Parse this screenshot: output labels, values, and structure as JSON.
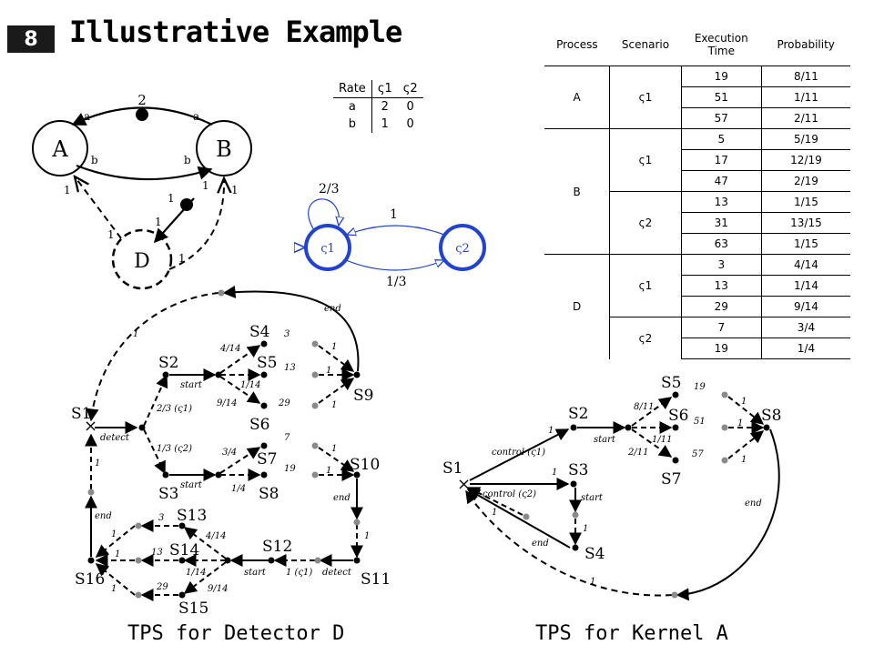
{
  "slide_number": "8",
  "title": "Illustrative Example",
  "rate_table": {
    "headers": [
      "Rate",
      "ς1",
      "ς2"
    ],
    "rows": [
      [
        "a",
        "2",
        "0"
      ],
      [
        "b",
        "1",
        "0"
      ]
    ]
  },
  "prob_table": {
    "headers": [
      "Process",
      "Scenario",
      "Execution Time",
      "Probability"
    ],
    "groups": [
      {
        "process": "A",
        "scenarios": [
          {
            "name": "ς1",
            "rows": [
              [
                "19",
                "8/11"
              ],
              [
                "51",
                "1/11"
              ],
              [
                "57",
                "2/11"
              ]
            ]
          }
        ]
      },
      {
        "process": "B",
        "scenarios": [
          {
            "name": "ς1",
            "rows": [
              [
                "5",
                "5/19"
              ],
              [
                "17",
                "12/19"
              ],
              [
                "47",
                "2/19"
              ]
            ]
          },
          {
            "name": "ς2",
            "rows": [
              [
                "13",
                "1/15"
              ],
              [
                "31",
                "13/15"
              ],
              [
                "63",
                "1/15"
              ]
            ]
          }
        ]
      },
      {
        "process": "D",
        "scenarios": [
          {
            "name": "ς1",
            "rows": [
              [
                "3",
                "4/14"
              ],
              [
                "13",
                "1/14"
              ],
              [
                "29",
                "9/14"
              ]
            ]
          },
          {
            "name": "ς2",
            "rows": [
              [
                "7",
                "3/4"
              ],
              [
                "19",
                "1/4"
              ]
            ]
          }
        ]
      }
    ]
  },
  "process_graph": {
    "nodes": [
      "A",
      "B",
      "D"
    ],
    "labels": {
      "weight_2": "2",
      "a": "a",
      "b": "b",
      "one": "1"
    }
  },
  "scenario_fsm": {
    "states": [
      "ς1",
      "ς2"
    ],
    "self_loop": "2/3",
    "to_s1": "1",
    "to_s2": "1/3"
  },
  "detector_tps": {
    "caption": "TPS for Detector D",
    "states": {
      "S1": "S1",
      "S2": "S2",
      "S3": "S3",
      "S4": "S4",
      "S5": "S5",
      "S6": "S6",
      "S7": "S7",
      "S8": "S8",
      "S9": "S9",
      "S10": "S10",
      "S11": "S11",
      "S12": "S12",
      "S13": "S13",
      "S14": "S14",
      "S15": "S15",
      "S16": "S16"
    },
    "labels": {
      "detect": "detect",
      "start": "start",
      "end": "end",
      "p23": "2/3 (ς1)",
      "p13": "1/3 (ς2)",
      "p1s1": "1 (ς1)",
      "f414": "4/14",
      "f114": "1/14",
      "f914": "9/14",
      "f34": "3/4",
      "f14": "1/4",
      "n3": "3",
      "n13": "13",
      "n29": "29",
      "n7": "7",
      "n19": "19",
      "one": "1"
    }
  },
  "kernel_tps": {
    "caption": "TPS for Kernel A",
    "states": {
      "S1": "S1",
      "S2": "S2",
      "S3": "S3",
      "S4": "S4",
      "S5": "S5",
      "S6": "S6",
      "S7": "S7",
      "S8": "S8"
    },
    "labels": {
      "control1": "control (ς1)",
      "control2": "control (ς2)",
      "start": "start",
      "end": "end",
      "f811": "8/11",
      "f111": "1/11",
      "f211": "2/11",
      "n19": "19",
      "n51": "51",
      "n57": "57",
      "one": "1"
    }
  },
  "colors": {
    "fsm_blue": "#2244cc",
    "black": "#000000",
    "grey_dot": "#8a8a8a"
  }
}
